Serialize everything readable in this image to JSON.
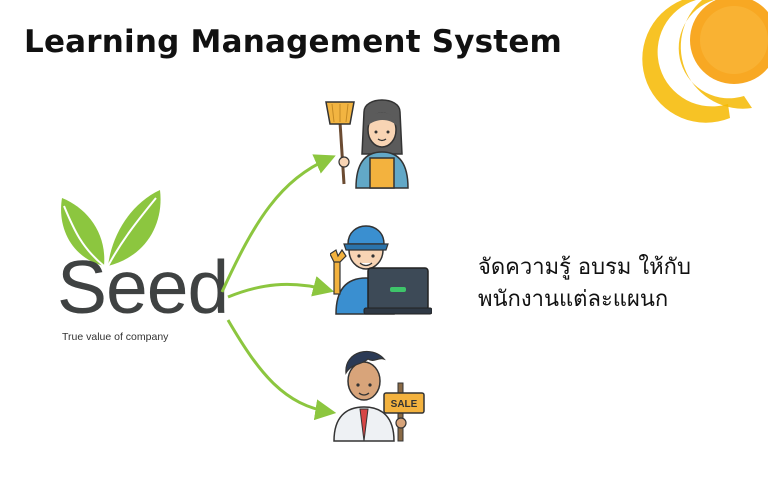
{
  "title": "Learning Management System",
  "logo": {
    "wordmark": "Seed",
    "tagline": "True value of company",
    "leaf_color": "#8cc63f",
    "text_color": "#3f4242"
  },
  "accent_color": "#f5b800",
  "arrow_color": "#8cc63f",
  "people": [
    {
      "icon": "cleaner-woman-icon"
    },
    {
      "icon": "technician-laptop-icon"
    },
    {
      "icon": "salesman-sign-icon",
      "sign_text": "SALE"
    }
  ],
  "description": {
    "line1": "จัดความรู้ อบรม ให้กับ",
    "line2": "พนักงานแต่ละแผนก"
  }
}
